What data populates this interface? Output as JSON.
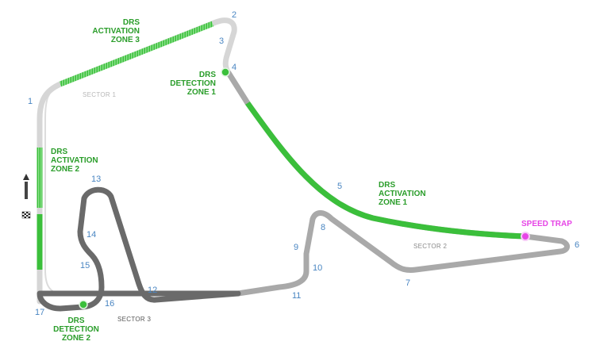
{
  "colors": {
    "track_sector1": "#d6d6d6",
    "track_sector2": "#a9a9a9",
    "track_sector3": "#6a6a6a",
    "drs": "#3bbf3b",
    "drs_hatch": "#8de08d",
    "turn_number": "#4a86c2",
    "drs_label": "#2a9d2a",
    "speed_trap": "#e645e6",
    "sector_label_light": "#b7b7b7",
    "sector_label_dark": "#555555"
  },
  "turns": [
    "1",
    "2",
    "3",
    "4",
    "5",
    "6",
    "7",
    "8",
    "9",
    "10",
    "11",
    "12",
    "13",
    "14",
    "15",
    "16",
    "17"
  ],
  "sectors": [
    "SECTOR 1",
    "SECTOR 2",
    "SECTOR 3"
  ],
  "drs_zones": {
    "activation_1": [
      "DRS",
      "ACTIVATION",
      "ZONE 1"
    ],
    "activation_2": [
      "DRS",
      "ACTIVATION",
      "ZONE 2"
    ],
    "activation_3": [
      "DRS",
      "ACTIVATION",
      "ZONE 3"
    ],
    "detection_1": [
      "DRS",
      "DETECTION",
      "ZONE 1"
    ],
    "detection_2": [
      "DRS",
      "DETECTION",
      "ZONE 2"
    ]
  },
  "speed_trap": "SPEED TRAP",
  "icons": [
    "start-finish-flag-icon",
    "direction-arrow-icon"
  ]
}
